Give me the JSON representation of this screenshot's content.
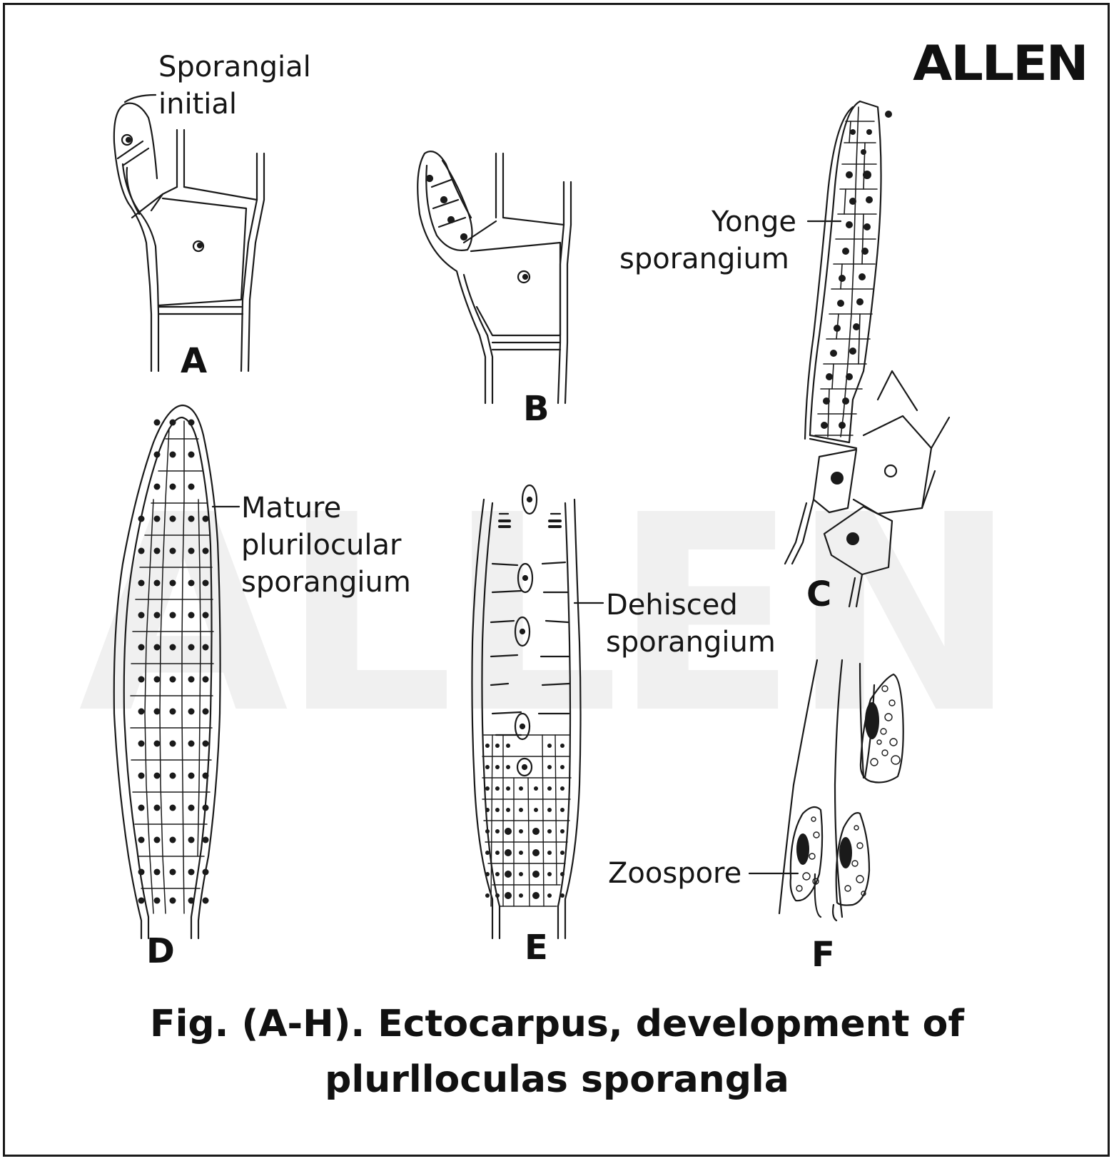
{
  "logo": "ALLEN",
  "watermark": "ALLEN",
  "labels": {
    "sporangial_initial_1": "Sporangial",
    "sporangial_initial_2": "initial",
    "yonge_1": "Yonge",
    "yonge_2": "sporangium",
    "mature_1": "Mature",
    "mature_2": "plurilocular",
    "mature_3": "sporangium",
    "dehisced_1": "Dehisced",
    "dehisced_2": "sporangium",
    "zoospore": "Zoospore"
  },
  "panels": [
    "A",
    "B",
    "C",
    "D",
    "E",
    "F"
  ],
  "caption": {
    "line1": "Fig. (A-H). Ectocarpus, development of",
    "line2": "plurlloculas sporangla"
  }
}
